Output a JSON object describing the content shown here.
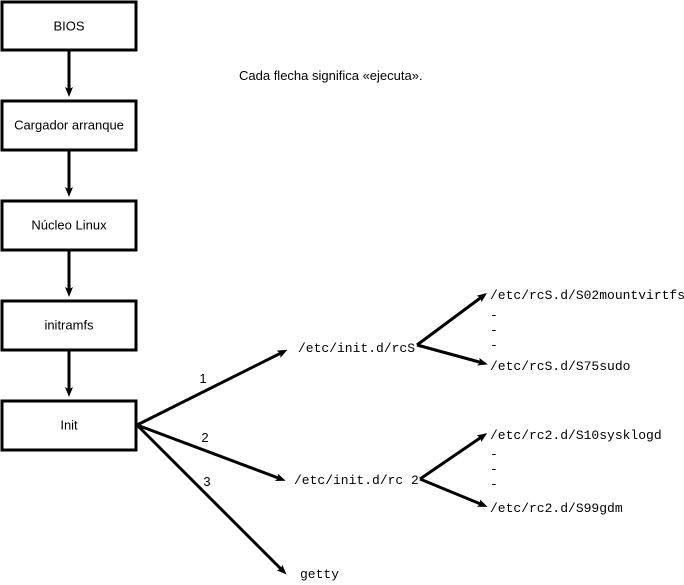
{
  "diagram": {
    "title_note": "Cada flecha significa «ejecuta».",
    "boot_chain": [
      {
        "id": "bios",
        "label": "BIOS"
      },
      {
        "id": "bootloader",
        "label": "Cargador arranque"
      },
      {
        "id": "kernel",
        "label": "Núcleo Linux"
      },
      {
        "id": "initramfs",
        "label": "initramfs"
      },
      {
        "id": "init",
        "label": "Init"
      }
    ],
    "branch_numbers": [
      {
        "id": "branch-1",
        "label": "1"
      },
      {
        "id": "branch-2",
        "label": "2"
      },
      {
        "id": "branch-3",
        "label": "3"
      }
    ],
    "branch_targets": [
      {
        "id": "rcs",
        "label": "/etc/init.d/rcS"
      },
      {
        "id": "rc2",
        "label": "/etc/init.d/rc 2"
      },
      {
        "id": "getty",
        "label": "getty"
      }
    ],
    "rcs_scripts": {
      "first": "/etc/rcS.d/S02mountvirtfs",
      "ellipsis": [
        "-",
        "-",
        "-"
      ],
      "last": "/etc/rcS.d/S75sudo"
    },
    "rc2_scripts": {
      "first": "/etc/rc2.d/S10sysklogd",
      "ellipsis": [
        "-",
        "-",
        "-"
      ],
      "last": "/etc/rc2.d/S99gdm"
    },
    "colors": {
      "stroke": "#000000",
      "fill": "#ffffff",
      "text": "#000000"
    }
  }
}
